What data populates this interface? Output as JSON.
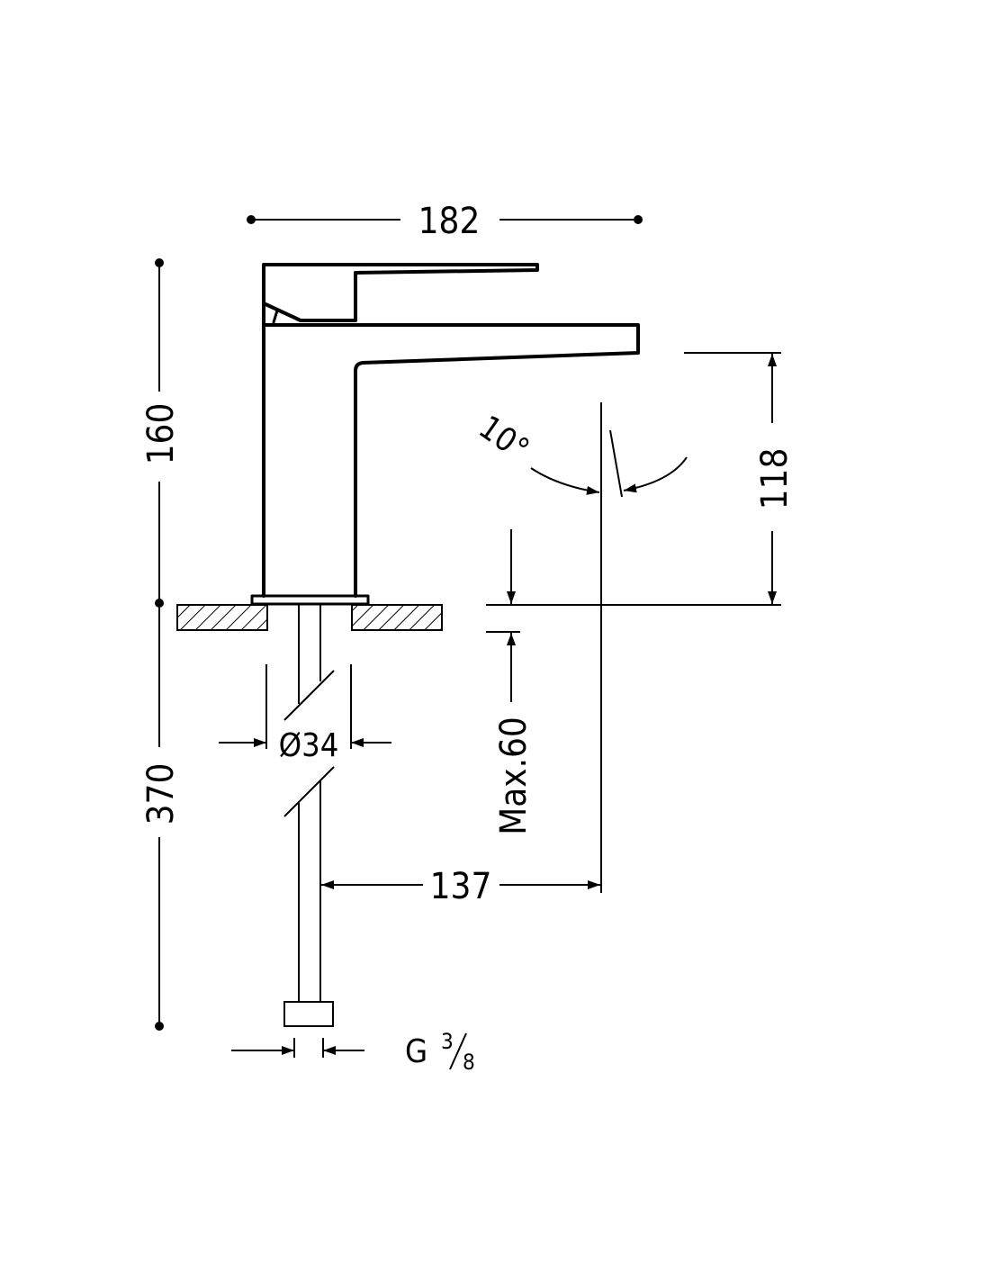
{
  "drawing": {
    "title": "Basin mixer tap dimension drawing",
    "dimensions": {
      "overall_width": "182",
      "tap_height": "160",
      "hose_length": "370",
      "spout_clearance": "118",
      "spout_angle": "10°",
      "base_diameter": "Ø34",
      "max_countertop": "Max.60",
      "spout_reach": "137",
      "thread_prefix": "G",
      "thread_num": "3",
      "thread_den": "8"
    },
    "line_color": "#000000",
    "background": "#ffffff"
  }
}
